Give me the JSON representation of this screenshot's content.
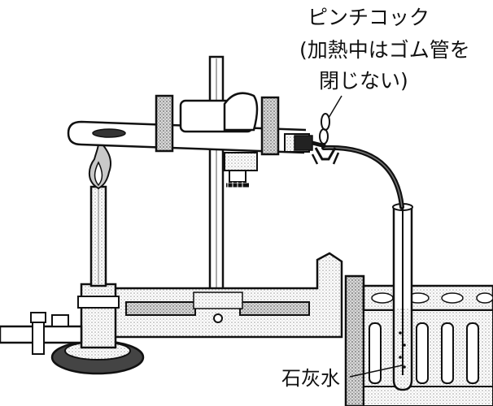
{
  "labels": {
    "pinchcock": "ピンチコック",
    "note_line1": "(加熱中はゴム管を",
    "note_line2": "閉じない)",
    "limewater": "石灰水"
  }
}
